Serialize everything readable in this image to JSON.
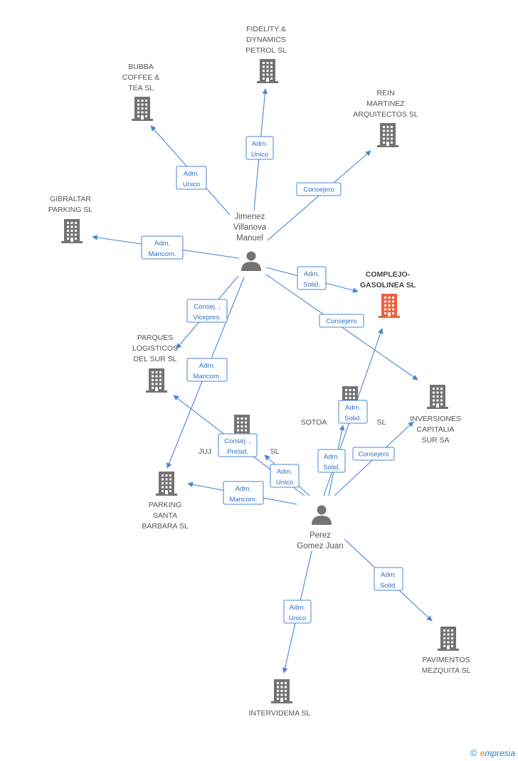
{
  "colors": {
    "edge": "#4a86d4",
    "company": "#737373",
    "focus_company": "#f0603a",
    "person": "#737373"
  },
  "companies": [
    {
      "id": "fidelity",
      "lines": [
        "FIDELITY &",
        "DYNAMICS",
        "PETROL SL"
      ],
      "icon": "building-icon"
    },
    {
      "id": "bubba",
      "lines": [
        "BUBBA",
        "COFFEE &",
        "TEA SL"
      ],
      "icon": "building-icon"
    },
    {
      "id": "rein",
      "lines": [
        "REIN",
        "MARTINEZ",
        "ARQUITECTOS SL"
      ],
      "icon": "building-icon"
    },
    {
      "id": "gibraltar",
      "lines": [
        "GIBRALTAR",
        "PARKING SL"
      ],
      "icon": "building-icon"
    },
    {
      "id": "complejo",
      "lines": [
        "COMPLEJO-",
        "GASOLINEA SL"
      ],
      "icon": "building-icon",
      "focus": true
    },
    {
      "id": "parques",
      "lines": [
        "PARQUES",
        "LOGISTICOS",
        "DEL SUR SL"
      ],
      "icon": "building-icon"
    },
    {
      "id": "sotoa",
      "lines": [
        "SOTOA",
        "SL"
      ],
      "icon": "building-icon"
    },
    {
      "id": "inversiones",
      "lines": [
        "INVERSIONES",
        "CAPITALIA",
        "SUR SA"
      ],
      "icon": "building-icon"
    },
    {
      "id": "juju",
      "lines": [
        "JUJ",
        "SL"
      ],
      "icon": "building-icon"
    },
    {
      "id": "parking",
      "lines": [
        "PARKING",
        "SANTA",
        "BARBARA SL"
      ],
      "icon": "building-icon"
    },
    {
      "id": "pavimentos",
      "lines": [
        "PAVIMENTOS",
        "MEZQUITA SL"
      ],
      "icon": "building-icon"
    },
    {
      "id": "intervidema",
      "lines": [
        "INTERVIDEMA SL"
      ],
      "icon": "building-icon"
    }
  ],
  "persons": [
    {
      "id": "jimenez",
      "lines": [
        "Jimenez",
        "Villanova",
        "Manuel"
      ],
      "icon": "person-icon"
    },
    {
      "id": "perez",
      "lines": [
        "Perez",
        "Gomez Juan"
      ],
      "icon": "person-icon"
    }
  ],
  "edges": [
    {
      "from": "jimenez",
      "to": "fidelity",
      "label": [
        "Adm.",
        "Unico"
      ]
    },
    {
      "from": "jimenez",
      "to": "bubba",
      "label": [
        "Adm.",
        "Unico"
      ]
    },
    {
      "from": "jimenez",
      "to": "rein",
      "label": [
        "Consejero"
      ]
    },
    {
      "from": "jimenez",
      "to": "gibraltar",
      "label": [
        "Adm.",
        "Mancom."
      ]
    },
    {
      "from": "jimenez",
      "to": "complejo",
      "label": [
        "Adm.",
        "Solid."
      ]
    },
    {
      "from": "jimenez",
      "to": "inversiones",
      "label": [
        "Consejero"
      ]
    },
    {
      "from": "jimenez",
      "to": "parques",
      "label": [
        "Consej. ,",
        "Vicepres."
      ]
    },
    {
      "from": "jimenez",
      "to": "parking",
      "label": [
        "Adm.",
        "Mancom."
      ]
    },
    {
      "from": "perez",
      "to": "complejo",
      "label": [
        "Adm.",
        "Solid."
      ]
    },
    {
      "from": "perez",
      "to": "sotoa",
      "label": [
        "Adm.",
        "Solid."
      ]
    },
    {
      "from": "perez",
      "to": "inversiones",
      "label": [
        "Consejero"
      ]
    },
    {
      "from": "perez",
      "to": "parques",
      "label": [
        "Consej. ,",
        "Presid."
      ]
    },
    {
      "from": "perez",
      "to": "juju",
      "label": [
        "Adm.",
        "Unico"
      ]
    },
    {
      "from": "perez",
      "to": "parking",
      "label": [
        "Adm.",
        "Mancom."
      ]
    },
    {
      "from": "perez",
      "to": "pavimentos",
      "label": [
        "Adm.",
        "Solid."
      ]
    },
    {
      "from": "perez",
      "to": "intervidema",
      "label": [
        "Adm.",
        "Unico"
      ]
    }
  ],
  "footer": {
    "copyright": "©",
    "brand_initial": "e",
    "brand_rest": "mpresia"
  }
}
